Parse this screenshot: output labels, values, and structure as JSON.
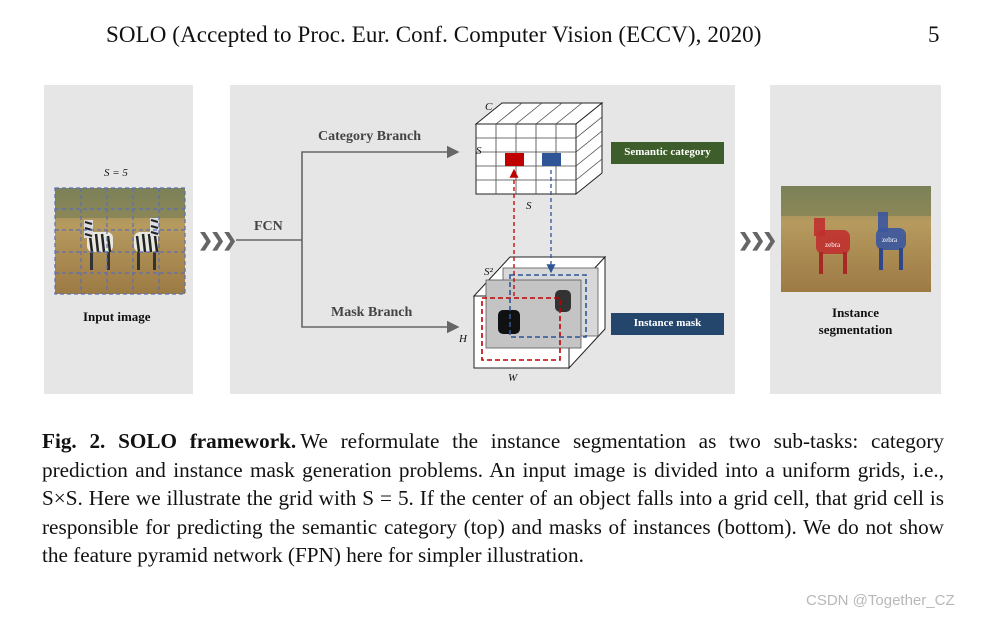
{
  "header": {
    "title": "SOLO (Accepted to Proc. Eur. Conf. Computer Vision (ECCV), 2020)",
    "page_number": "5"
  },
  "figure": {
    "left_panel": {
      "grid_label": "S = 5",
      "caption": "Input image"
    },
    "middle_panel": {
      "fcn_label": "FCN",
      "category_branch_label": "Category Branch",
      "mask_branch_label": "Mask Branch",
      "c_label": "C",
      "s_label_top": "S",
      "s_label_bottom": "S",
      "s2_label": "S²",
      "h_label": "H",
      "w_label": "W",
      "semantic_badge": "Semantic category",
      "instance_badge": "Instance mask"
    },
    "right_panel": {
      "caption_line1": "Instance",
      "caption_line2": "segmentation",
      "tag_left": "zebra",
      "tag_right": "zebra"
    },
    "arrows": "❯❯❯",
    "colors": {
      "semantic_badge": "#3d5e2a",
      "instance_badge": "#24466c",
      "red_cell": "#c00000",
      "blue_cell": "#2f5597"
    }
  },
  "caption": {
    "label": "Fig. 2. SOLO framework.",
    "text": "We reformulate the instance segmentation as two sub-tasks: category prediction and instance mask generation problems. An input image is divided into a uniform grids, i.e., S×S. Here we illustrate the grid with S = 5. If the center of an object falls into a grid cell, that grid cell is responsible for predicting the semantic category (top) and masks of instances (bottom). We do not show the feature pyramid network (FPN) here for simpler illustration."
  },
  "watermark": "CSDN @Together_CZ"
}
